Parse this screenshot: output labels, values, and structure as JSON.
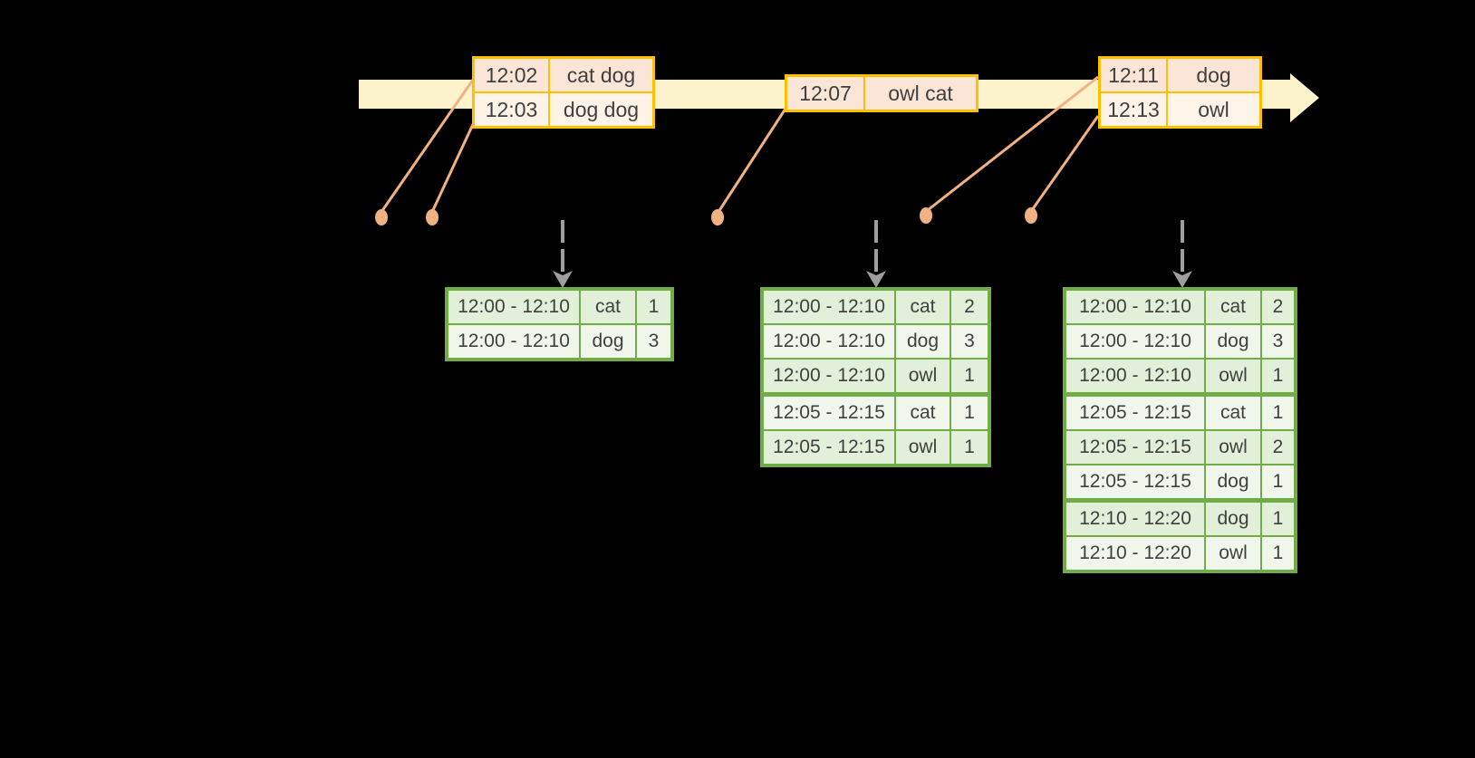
{
  "diagram": {
    "kind": "windowed-streaming-aggregation-timeline",
    "colors": {
      "background": "#000000",
      "timeline_fill": "#FCF2CC",
      "event_table_border": "#FFC000",
      "event_row_fill_a": "#FBE5D6",
      "event_row_fill_b": "#FDF3E7",
      "connector": "#F2B183",
      "result_table_border": "#70AD47",
      "result_row_fill_a": "#E2EFD9",
      "result_row_fill_b": "#F1F6EC",
      "trigger_arrow": "#9E9E9E",
      "text": "#3F3F3F"
    }
  },
  "event_tables": [
    {
      "rows": [
        {
          "time": "12:02",
          "words": "cat dog"
        },
        {
          "time": "12:03",
          "words": "dog dog"
        }
      ]
    },
    {
      "rows": [
        {
          "time": "12:07",
          "words": "owl cat"
        }
      ]
    },
    {
      "rows": [
        {
          "time": "12:11",
          "words": "dog"
        },
        {
          "time": "12:13",
          "words": "owl"
        }
      ]
    }
  ],
  "result_tables": [
    {
      "rows": [
        {
          "window": "12:00 - 12:10",
          "word": "cat",
          "count": "1"
        },
        {
          "window": "12:00 - 12:10",
          "word": "dog",
          "count": "3"
        }
      ]
    },
    {
      "rows": [
        {
          "window": "12:00 - 12:10",
          "word": "cat",
          "count": "2"
        },
        {
          "window": "12:00 - 12:10",
          "word": "dog",
          "count": "3"
        },
        {
          "window": "12:00 - 12:10",
          "word": "owl",
          "count": "1"
        },
        {
          "window": "12:05 - 12:15",
          "word": "cat",
          "count": "1"
        },
        {
          "window": "12:05 - 12:15",
          "word": "owl",
          "count": "1"
        }
      ]
    },
    {
      "rows": [
        {
          "window": "12:00 - 12:10",
          "word": "cat",
          "count": "2"
        },
        {
          "window": "12:00 - 12:10",
          "word": "dog",
          "count": "3"
        },
        {
          "window": "12:00 - 12:10",
          "word": "owl",
          "count": "1"
        },
        {
          "window": "12:05 - 12:15",
          "word": "cat",
          "count": "1"
        },
        {
          "window": "12:05 - 12:15",
          "word": "owl",
          "count": "2"
        },
        {
          "window": "12:05 - 12:15",
          "word": "dog",
          "count": "1"
        },
        {
          "window": "12:10 - 12:20",
          "word": "dog",
          "count": "1"
        },
        {
          "window": "12:10 - 12:20",
          "word": "owl",
          "count": "1"
        }
      ]
    }
  ]
}
